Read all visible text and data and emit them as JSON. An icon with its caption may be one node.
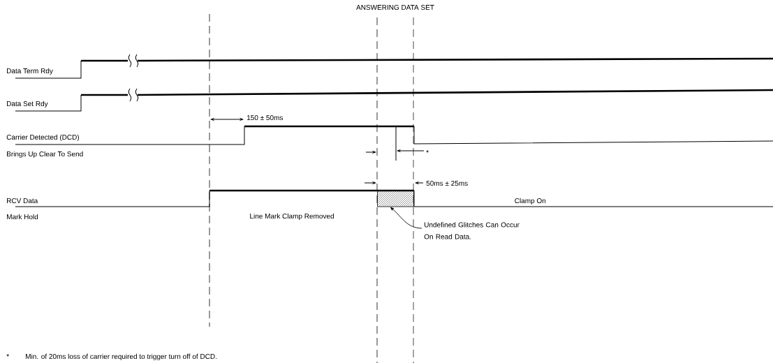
{
  "diagram": {
    "title": "ANSWERING DATA SET",
    "nodes": [
      {
        "text": [
          "Undefined Glitches Can Occur On Read Data."
        ]
      },
      {
        "text": [],
        "shape": "box"
      }
    ],
    "edges": [
      {
        "from": 0,
        "to": 1,
        "arrow": "to"
      }
    ],
    "labels": [
      "Data Term Rdy",
      "Data Set Rdy",
      "150 ± 50ms",
      "Carrier Detected (DCD)",
      "Brings Up Clear To Send",
      "*",
      "50ms ± 25ms",
      "RCV Data",
      "Clamp On",
      "Mark Hold",
      "Line Mark Clamp Removed",
      "*",
      "Min. of 20ms loss of carrier required to trigger turn off of DCD."
    ]
  }
}
